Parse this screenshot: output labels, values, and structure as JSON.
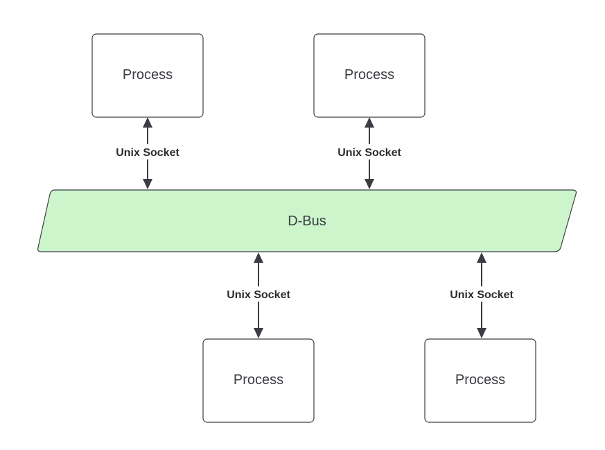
{
  "diagram": {
    "bus": {
      "label": "D-Bus"
    },
    "processes": [
      {
        "id": "p1",
        "label": "Process"
      },
      {
        "id": "p2",
        "label": "Process"
      },
      {
        "id": "p3",
        "label": "Process"
      },
      {
        "id": "p4",
        "label": "Process"
      }
    ],
    "connections": [
      {
        "from": "p1",
        "to": "bus",
        "label": "Unix Socket",
        "direction": "both"
      },
      {
        "from": "p2",
        "to": "bus",
        "label": "Unix Socket",
        "direction": "both"
      },
      {
        "from": "bus",
        "to": "p3",
        "label": "Unix Socket",
        "direction": "both"
      },
      {
        "from": "bus",
        "to": "p4",
        "label": "Unix Socket",
        "direction": "both"
      }
    ],
    "colors": {
      "bus_fill": "#ccf5cc",
      "stroke": "#3a3d42",
      "box_fill": "#ffffff"
    }
  }
}
